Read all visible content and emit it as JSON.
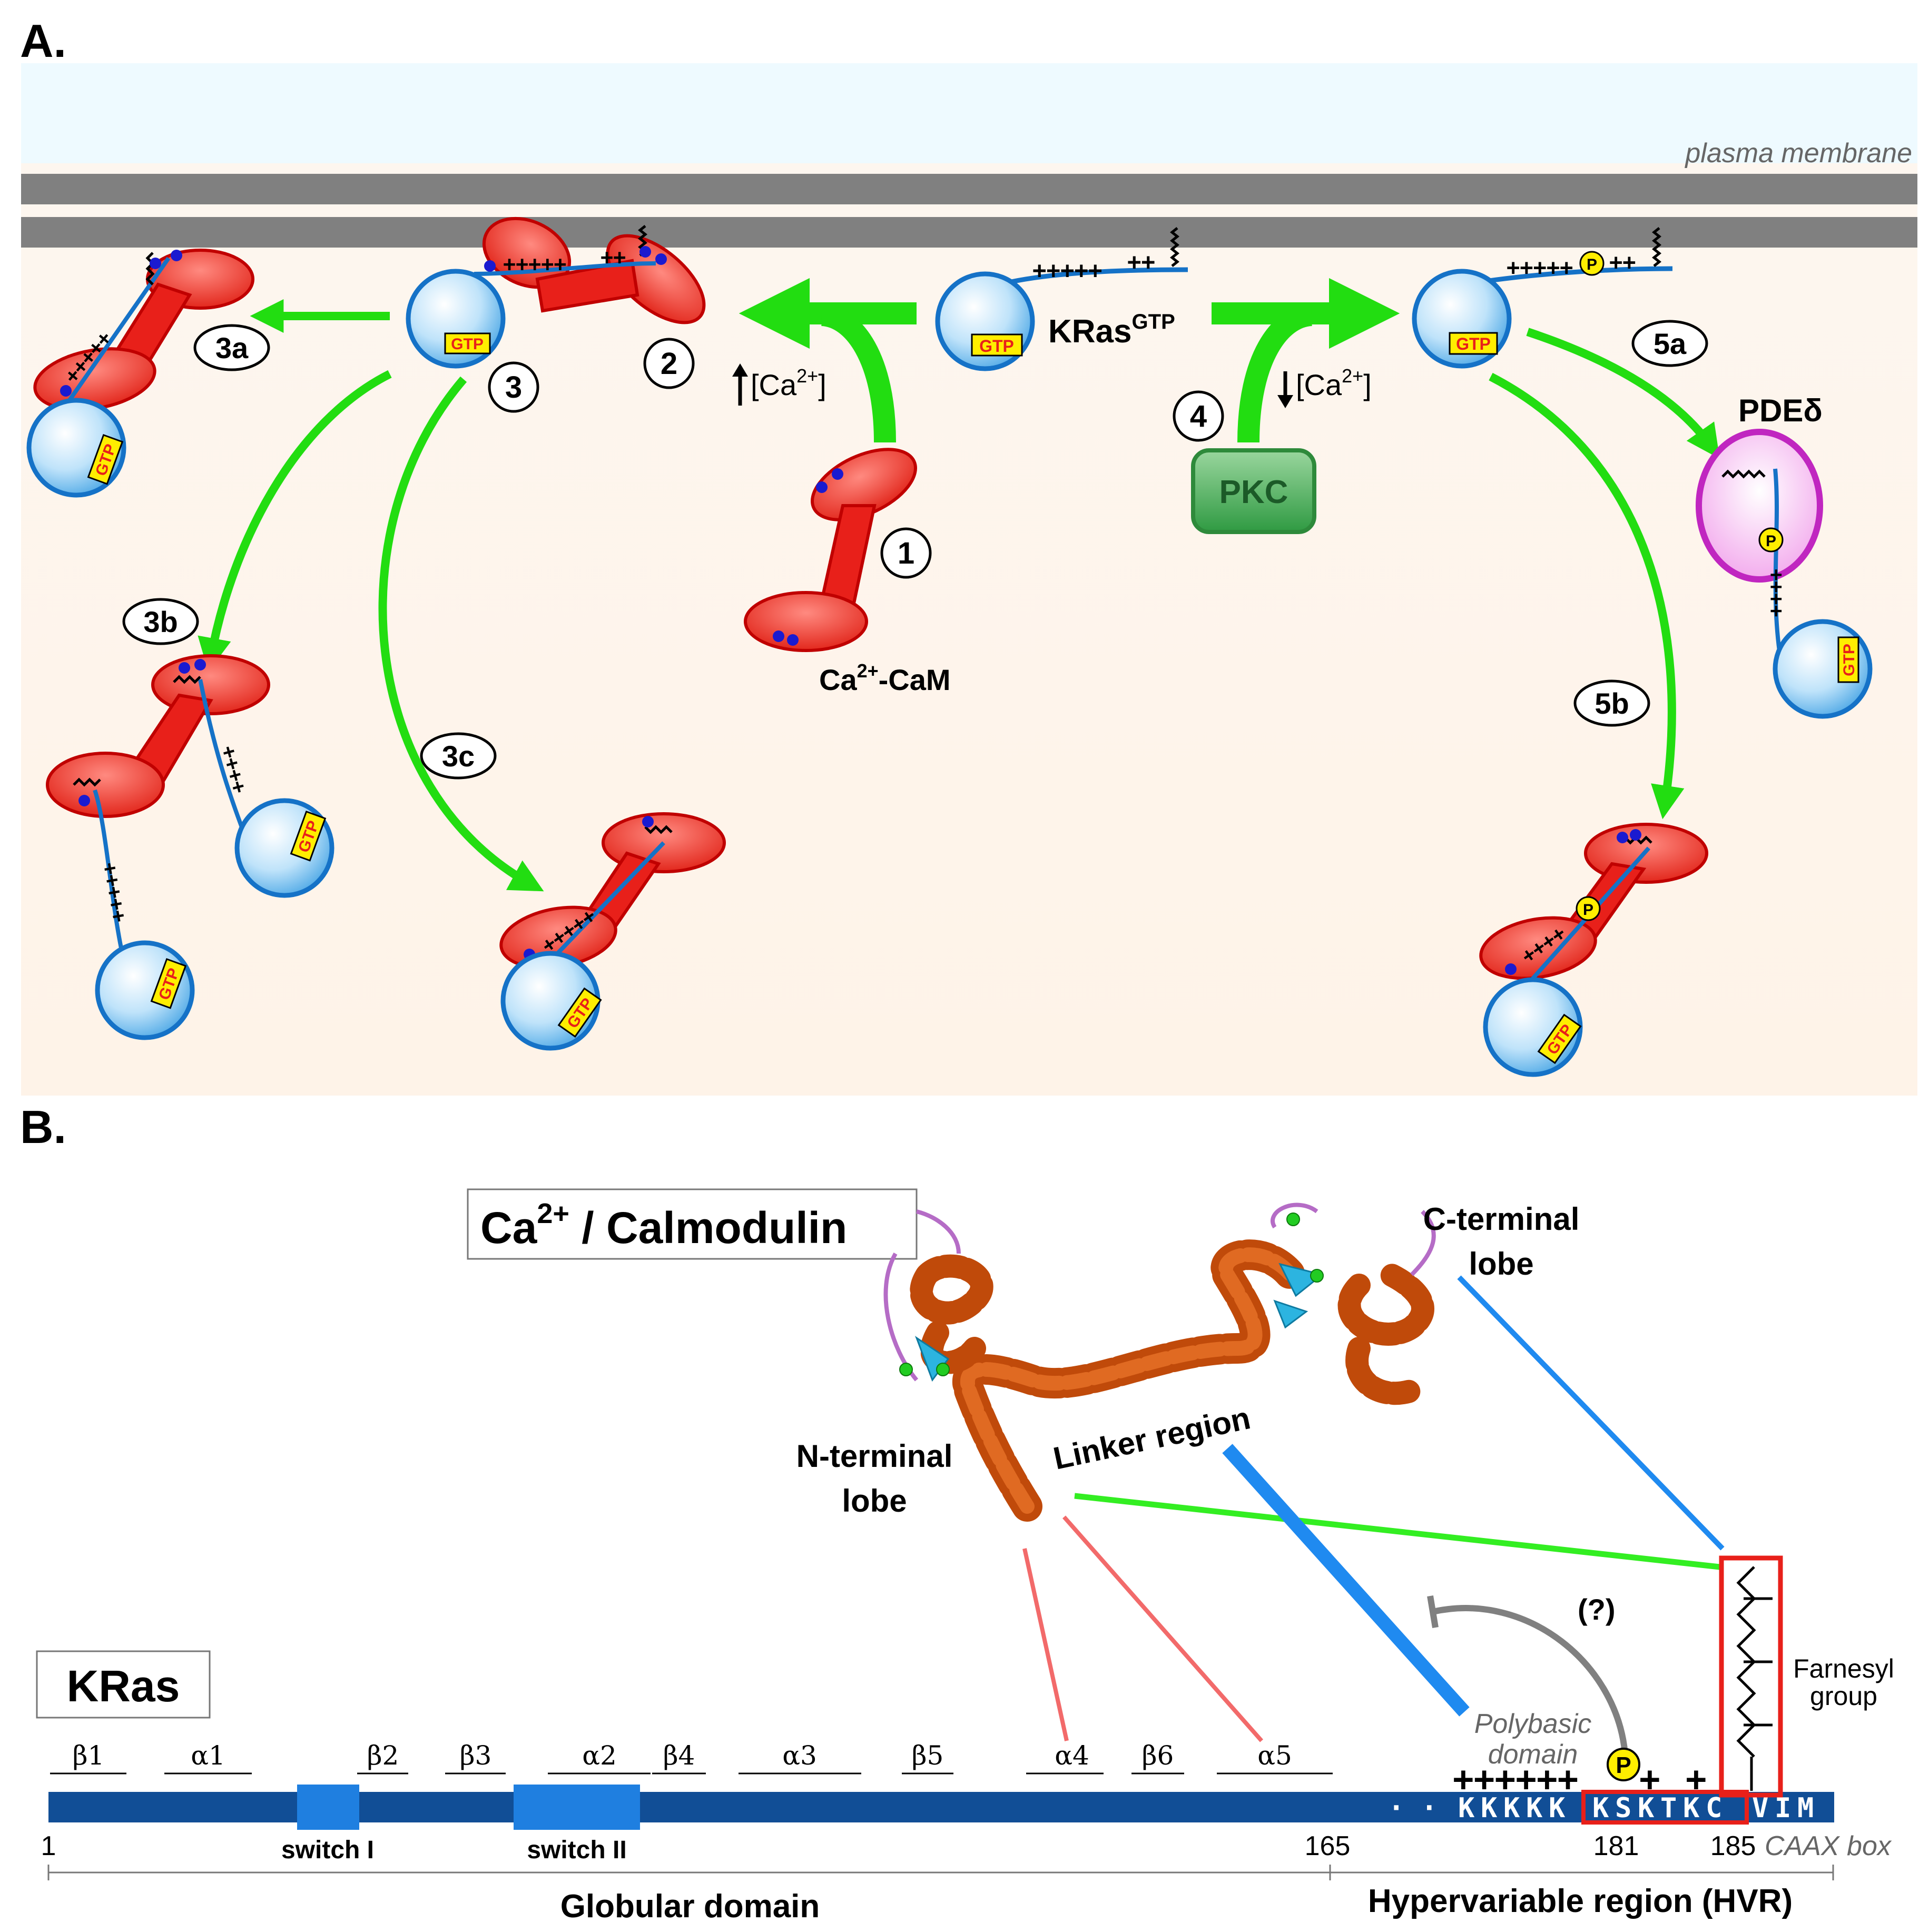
{
  "panel_a": {
    "label": "A.",
    "membrane_label": "plasma membrane",
    "kras": {
      "base": "KRas",
      "sup": "GTP"
    },
    "gtp": "GTP",
    "phospho": "P",
    "cam": {
      "pre": "Ca",
      "sup": "2+",
      "post": "-CaM"
    },
    "pkc": "PKC",
    "pde": "PDEδ",
    "ca_up": {
      "pre": "[Ca",
      "sup": "2+",
      "post": "]"
    },
    "ca_down": {
      "pre": "[Ca",
      "sup": "2+",
      "post": "]"
    },
    "steps": [
      "1",
      "2",
      "3",
      "4"
    ],
    "substeps": [
      "3a",
      "3b",
      "3c",
      "5a",
      "5b"
    ]
  },
  "panel_b": {
    "label": "B.",
    "title": {
      "pre": "Ca",
      "sup": "2+",
      "post": " / Calmodulin"
    },
    "n_lobe": [
      "N-terminal",
      "lobe"
    ],
    "c_lobe": [
      "C-terminal",
      "lobe"
    ],
    "linker": "Linker region",
    "kras_box": "KRas",
    "farnesyl": [
      "Farnesyl",
      "group"
    ],
    "polybasic": [
      "Polybasic",
      "domain"
    ],
    "question": "(?)",
    "phospho": "P",
    "sse": [
      "β1",
      "α1",
      "β2",
      "β3",
      "α2",
      "β4",
      "α3",
      "β5",
      "α4",
      "β6",
      "α5"
    ],
    "switch1": "switch I",
    "switch2": "switch II",
    "residues": [
      "1",
      "165",
      "181",
      "185"
    ],
    "caax": "CAAX box",
    "sequence": {
      "dots": "· · ·",
      "chars": [
        "K",
        "K",
        "K",
        "K",
        "K",
        "K",
        "S",
        "K",
        "T",
        "K",
        "C",
        "V",
        "I",
        "M"
      ]
    },
    "globular": "Globular domain",
    "hvr": "Hypervariable region (HVR)"
  },
  "colors": {
    "arrow": "#22dd11",
    "cam": "#e8201a",
    "kras": "#2d8fd6",
    "membrane": "#808080",
    "pkc": "#3aa64c",
    "pde": "#cc33cc",
    "bar": "#114e96",
    "switch": "#1f7fe0",
    "caax_box": "#e8201a"
  }
}
